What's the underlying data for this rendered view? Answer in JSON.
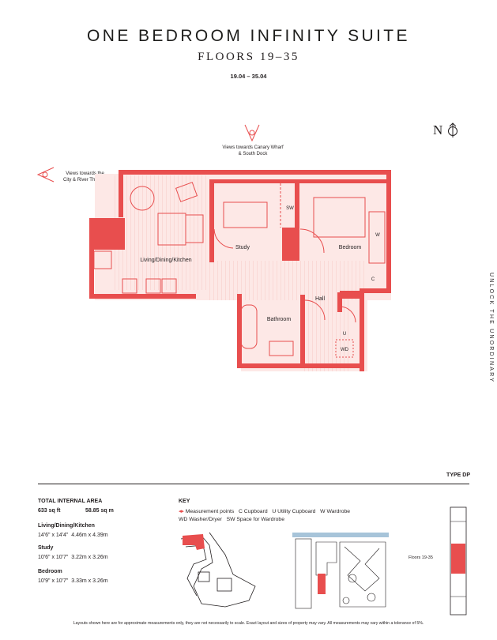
{
  "header": {
    "title": "ONE BEDROOM INFINITY SUITE",
    "floors": "FLOORS 19–35",
    "units": "19.04 – 35.04"
  },
  "side_text": "UNLOCK THE UNORDINARY",
  "compass": "N",
  "views": {
    "canary": [
      "Views towards Canary Wharf",
      "& South Dock"
    ],
    "city": [
      "Views towards the",
      "City & River Thames"
    ]
  },
  "rooms": {
    "living": "Living/Dining/Kitchen",
    "study": "Study",
    "bedroom": "Bedroom",
    "hall": "Hall",
    "bathroom": "Bathroom",
    "sw": "SW",
    "w": "W",
    "c": "C",
    "u": "U",
    "wd": "WD"
  },
  "type_label": "TYPE DP",
  "area": {
    "heading": "TOTAL INTERNAL AREA",
    "total_sqft": "633 sq ft",
    "total_sqm": "58.85 sq m",
    "rooms": [
      {
        "name": "Living/Dining/Kitchen",
        "imperial": "14'6\" x 14'4\"",
        "metric": "4.46m x 4.39m"
      },
      {
        "name": "Study",
        "imperial": "10'6\" x 10'7\"",
        "metric": "3.22m x 3.26m"
      },
      {
        "name": "Bedroom",
        "imperial": "10'9\" x 10'7\"",
        "metric": "3.33m x 3.26m"
      }
    ]
  },
  "key": {
    "heading": "KEY",
    "line1": {
      "measure": "Measurement points",
      "c": "C Cupboard",
      "u": "U Utility Cupboard",
      "w": "W Wardrobe"
    },
    "line2": {
      "wd": "WD Washer/Dryer",
      "sw": "SW Space for Wardrobe"
    }
  },
  "floors_label": "Floors 19-35",
  "footer": "Layouts shown here are for approximate measurements only, they are not necessarily to scale. Exact layout and sizes of property may vary. All measurements may vary within a tolerance of 5%.",
  "colors": {
    "accent": "#e84e4e",
    "accent_light": "#fde8e6",
    "ink": "#231f20"
  }
}
